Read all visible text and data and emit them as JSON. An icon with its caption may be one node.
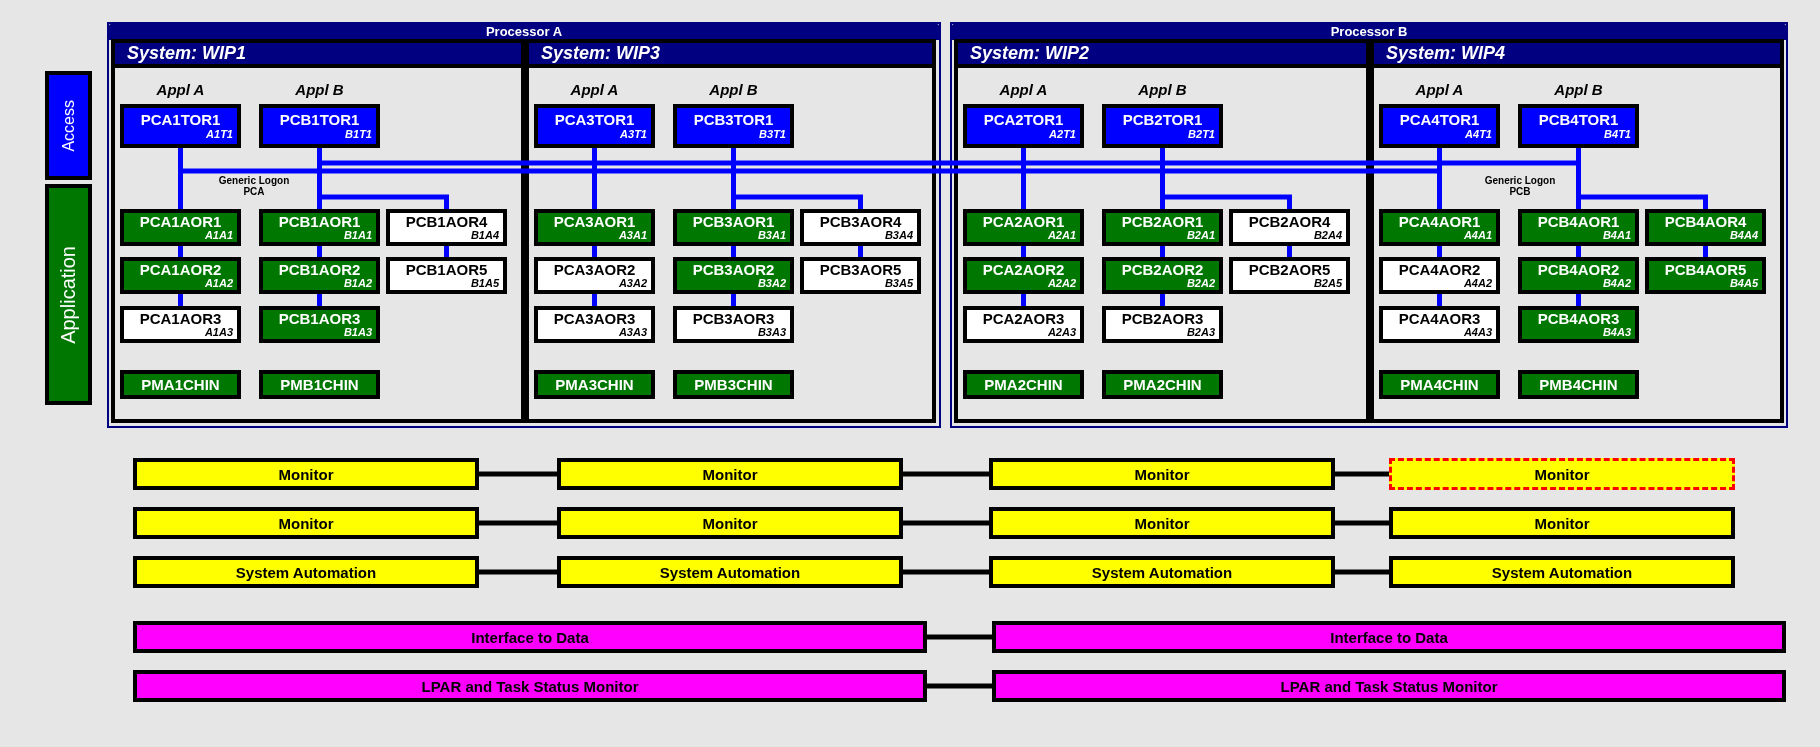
{
  "diagram": {
    "nodes": [
      {
        "text": [
          "Access"
        ]
      },
      {
        "text": [
          "Application"
        ]
      },
      {
        "text": [
          "Processor A"
        ]
      },
      {
        "text": [
          "System: WIP1"
        ],
        "in": 2
      },
      {
        "text": [
          "PCA1TOR1",
          "A1T1"
        ],
        "in": 3,
        "beside": [
          "Appl A"
        ]
      },
      {
        "text": [
          "PCB1TOR1",
          "B1T1"
        ],
        "in": 3,
        "beside": [
          "Appl B"
        ]
      },
      {
        "text": [
          "PCA1AOR1",
          "A1A1"
        ],
        "in": 3
      },
      {
        "text": [
          "PCB1AOR1",
          "B1A1"
        ],
        "in": 3
      },
      {
        "text": [
          "PCB1AOR4",
          "B1A4"
        ],
        "in": 3
      },
      {
        "text": [
          "PCA1AOR2",
          "A1A2"
        ],
        "in": 3
      },
      {
        "text": [
          "PCB1AOR2",
          "B1A2"
        ],
        "in": 3
      },
      {
        "text": [
          "PCB1AOR5",
          "B1A5"
        ],
        "in": 3
      },
      {
        "text": [
          "PCA1AOR3",
          "A1A3"
        ],
        "in": 3
      },
      {
        "text": [
          "PCB1AOR3",
          "B1A3"
        ],
        "in": 3
      },
      {
        "text": [
          "PMA1CHIN"
        ],
        "in": 3
      },
      {
        "text": [
          "PMB1CHIN"
        ],
        "in": 3
      },
      {
        "text": [
          "System: WIP3"
        ],
        "in": 2
      },
      {
        "text": [
          "PCA3TOR1",
          "A3T1"
        ],
        "in": 16,
        "beside": [
          "Appl A"
        ]
      },
      {
        "text": [
          "PCB3TOR1",
          "B3T1"
        ],
        "in": 16,
        "beside": [
          "Appl B"
        ]
      },
      {
        "text": [
          "PCA3AOR1",
          "A3A1"
        ],
        "in": 16
      },
      {
        "text": [
          "PCB3AOR1",
          "B3A1"
        ],
        "in": 16
      },
      {
        "text": [
          "PCB3AOR4",
          "B3A4"
        ],
        "in": 16
      },
      {
        "text": [
          "PCA3AOR2",
          "A3A2"
        ],
        "in": 16
      },
      {
        "text": [
          "PCB3AOR2",
          "B3A2"
        ],
        "in": 16
      },
      {
        "text": [
          "PCB3AOR5",
          "B3A5"
        ],
        "in": 16
      },
      {
        "text": [
          "PCA3AOR3",
          "A3A3"
        ],
        "in": 16
      },
      {
        "text": [
          "PCB3AOR3",
          "B3A3"
        ],
        "in": 16
      },
      {
        "text": [
          "PMA3CHIN"
        ],
        "in": 16
      },
      {
        "text": [
          "PMB3CHIN"
        ],
        "in": 16
      },
      {
        "text": [
          "Processor B"
        ]
      },
      {
        "text": [
          "System: WIP2"
        ],
        "in": 29
      },
      {
        "text": [
          "PCA2TOR1",
          "A2T1"
        ],
        "in": 30,
        "beside": [
          "Appl A"
        ]
      },
      {
        "text": [
          "PCB2TOR1",
          "B2T1"
        ],
        "in": 30,
        "beside": [
          "Appl B"
        ]
      },
      {
        "text": [
          "PCA2AOR1",
          "A2A1"
        ],
        "in": 30
      },
      {
        "text": [
          "PCB2AOR1",
          "B2A1"
        ],
        "in": 30
      },
      {
        "text": [
          "PCB2AOR4",
          "B2A4"
        ],
        "in": 30
      },
      {
        "text": [
          "PCA2AOR2",
          "A2A2"
        ],
        "in": 30
      },
      {
        "text": [
          "PCB2AOR2",
          "B2A2"
        ],
        "in": 30
      },
      {
        "text": [
          "PCB2AOR5",
          "B2A5"
        ],
        "in": 30
      },
      {
        "text": [
          "PCA2AOR3",
          "A2A3"
        ],
        "in": 30
      },
      {
        "text": [
          "PCB2AOR3",
          "B2A3"
        ],
        "in": 30
      },
      {
        "text": [
          "PMA2CHIN"
        ],
        "in": 30
      },
      {
        "text": [
          "PMA2CHIN"
        ],
        "in": 30
      },
      {
        "text": [
          "System: WIP4"
        ],
        "in": 29
      },
      {
        "text": [
          "PCA4TOR1",
          "A4T1"
        ],
        "in": 43,
        "beside": [
          "Appl A"
        ]
      },
      {
        "text": [
          "PCB4TOR1",
          "B4T1"
        ],
        "in": 43,
        "beside": [
          "Appl B"
        ]
      },
      {
        "text": [
          "PCA4AOR1",
          "A4A1"
        ],
        "in": 43
      },
      {
        "text": [
          "PCB4AOR1",
          "B4A1"
        ],
        "in": 43
      },
      {
        "text": [
          "PCB4AOR4",
          "B4A4"
        ],
        "in": 43
      },
      {
        "text": [
          "PCA4AOR2",
          "A4A2"
        ],
        "in": 43
      },
      {
        "text": [
          "PCB4AOR2",
          "B4A2"
        ],
        "in": 43
      },
      {
        "text": [
          "PCB4AOR5",
          "B4A5"
        ],
        "in": 43
      },
      {
        "text": [
          "PCA4AOR3",
          "A4A3"
        ],
        "in": 43
      },
      {
        "text": [
          "PCB4AOR3",
          "B4A3"
        ],
        "in": 43
      },
      {
        "text": [
          "PMA4CHIN"
        ],
        "in": 43
      },
      {
        "text": [
          "PMB4CHIN"
        ],
        "in": 43
      },
      {
        "text": [
          "Monitor"
        ]
      },
      {
        "text": [
          "Monitor"
        ]
      },
      {
        "text": [
          "Monitor"
        ]
      },
      {
        "text": [
          "Monitor"
        ]
      },
      {
        "text": [
          "Monitor"
        ]
      },
      {
        "text": [
          "Monitor"
        ]
      },
      {
        "text": [
          "Monitor"
        ]
      },
      {
        "text": [
          "Monitor"
        ]
      },
      {
        "text": [
          "System Automation"
        ]
      },
      {
        "text": [
          "System Automation"
        ]
      },
      {
        "text": [
          "System Automation"
        ]
      },
      {
        "text": [
          "System Automation"
        ]
      },
      {
        "text": [
          "Interface to Data"
        ]
      },
      {
        "text": [
          "Interface to Data"
        ]
      },
      {
        "text": [
          "LPAR and Task Status Monitor"
        ]
      },
      {
        "text": [
          "LPAR and Task Status Monitor"
        ]
      }
    ],
    "edges": [
      {
        "from": 4,
        "to": 6,
        "arrow": "none"
      },
      {
        "from": 6,
        "to": 9,
        "arrow": "none"
      },
      {
        "from": 9,
        "to": 12,
        "arrow": "none"
      },
      {
        "from": 5,
        "to": 7,
        "arrow": "none"
      },
      {
        "from": 7,
        "to": 10,
        "arrow": "none"
      },
      {
        "from": 10,
        "to": 13,
        "arrow": "none"
      },
      {
        "from": 5,
        "to": 8,
        "arrow": "none"
      },
      {
        "from": 8,
        "to": 11,
        "arrow": "none"
      },
      {
        "from": 17,
        "to": 19,
        "arrow": "none"
      },
      {
        "from": 19,
        "to": 22,
        "arrow": "none"
      },
      {
        "from": 22,
        "to": 25,
        "arrow": "none"
      },
      {
        "from": 18,
        "to": 20,
        "arrow": "none"
      },
      {
        "from": 20,
        "to": 23,
        "arrow": "none"
      },
      {
        "from": 23,
        "to": 26,
        "arrow": "none"
      },
      {
        "from": 18,
        "to": 21,
        "arrow": "none"
      },
      {
        "from": 21,
        "to": 24,
        "arrow": "none"
      },
      {
        "from": 31,
        "to": 33,
        "arrow": "none"
      },
      {
        "from": 33,
        "to": 36,
        "arrow": "none"
      },
      {
        "from": 36,
        "to": 39,
        "arrow": "none"
      },
      {
        "from": 32,
        "to": 34,
        "arrow": "none"
      },
      {
        "from": 34,
        "to": 37,
        "arrow": "none"
      },
      {
        "from": 37,
        "to": 40,
        "arrow": "none"
      },
      {
        "from": 32,
        "to": 35,
        "arrow": "none"
      },
      {
        "from": 35,
        "to": 38,
        "arrow": "none"
      },
      {
        "from": 44,
        "to": 46,
        "arrow": "none"
      },
      {
        "from": 46,
        "to": 49,
        "arrow": "none"
      },
      {
        "from": 49,
        "to": 52,
        "arrow": "none"
      },
      {
        "from": 45,
        "to": 47,
        "arrow": "none"
      },
      {
        "from": 47,
        "to": 50,
        "arrow": "none"
      },
      {
        "from": 50,
        "to": 53,
        "arrow": "none"
      },
      {
        "from": 45,
        "to": 48,
        "arrow": "none"
      },
      {
        "from": 48,
        "to": 51,
        "arrow": "none"
      },
      {
        "from": 4,
        "to": 17,
        "arrow": "none"
      },
      {
        "from": 17,
        "to": 31,
        "arrow": "none"
      },
      {
        "from": 31,
        "to": 44,
        "arrow": "none"
      },
      {
        "from": 5,
        "to": 18,
        "arrow": "none"
      },
      {
        "from": 18,
        "to": 32,
        "arrow": "none"
      },
      {
        "from": 32,
        "to": 45,
        "arrow": "none"
      },
      {
        "from": 56,
        "to": 57,
        "arrow": "none",
        "color": "#000000"
      },
      {
        "from": 57,
        "to": 58,
        "arrow": "none",
        "color": "#000000"
      },
      {
        "from": 58,
        "to": 59,
        "arrow": "none",
        "color": "#000000"
      },
      {
        "from": 60,
        "to": 61,
        "arrow": "none",
        "color": "#000000"
      },
      {
        "from": 61,
        "to": 62,
        "arrow": "none",
        "color": "#000000"
      },
      {
        "from": 62,
        "to": 63,
        "arrow": "none",
        "color": "#000000"
      },
      {
        "from": 64,
        "to": 65,
        "arrow": "none",
        "color": "#000000"
      },
      {
        "from": 65,
        "to": 66,
        "arrow": "none",
        "color": "#000000"
      },
      {
        "from": 66,
        "to": 67,
        "arrow": "none",
        "color": "#000000"
      },
      {
        "from": 68,
        "to": 69,
        "arrow": "none",
        "color": "#000000"
      },
      {
        "from": 70,
        "to": 71,
        "arrow": "none",
        "color": "#000000"
      }
    ],
    "labels": [
      "Generic Logon PCA",
      "Generic Logon PCB"
    ]
  }
}
